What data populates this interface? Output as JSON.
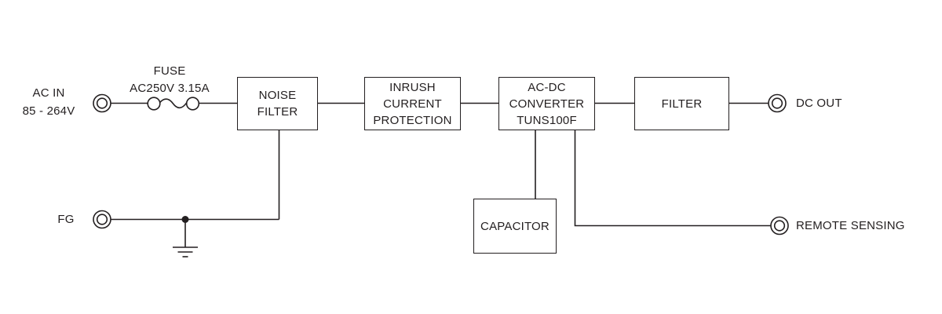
{
  "diagram": {
    "title": "power-supply-block-diagram",
    "colors": {
      "line": "#231f20",
      "background": "#ffffff"
    },
    "labels": {
      "ac_in": {
        "line1": "AC IN",
        "line2": "85 - 264V"
      },
      "fuse": {
        "line1": "FUSE",
        "line2": "AC250V 3.15A"
      },
      "fg": "FG",
      "dc_out": "DC OUT",
      "remote_sensing": "REMOTE SENSING"
    },
    "blocks": {
      "noise_filter": {
        "lines": [
          "NOISE",
          "FILTER"
        ]
      },
      "inrush": {
        "lines": [
          "INRUSH",
          "CURRENT",
          "PROTECTION"
        ]
      },
      "acdc": {
        "lines": [
          "AC-DC",
          "CONVERTER",
          "TUNS100F"
        ]
      },
      "filter": {
        "lines": [
          "FILTER"
        ]
      },
      "capacitor": {
        "lines": [
          "CAPACITOR"
        ]
      }
    }
  }
}
